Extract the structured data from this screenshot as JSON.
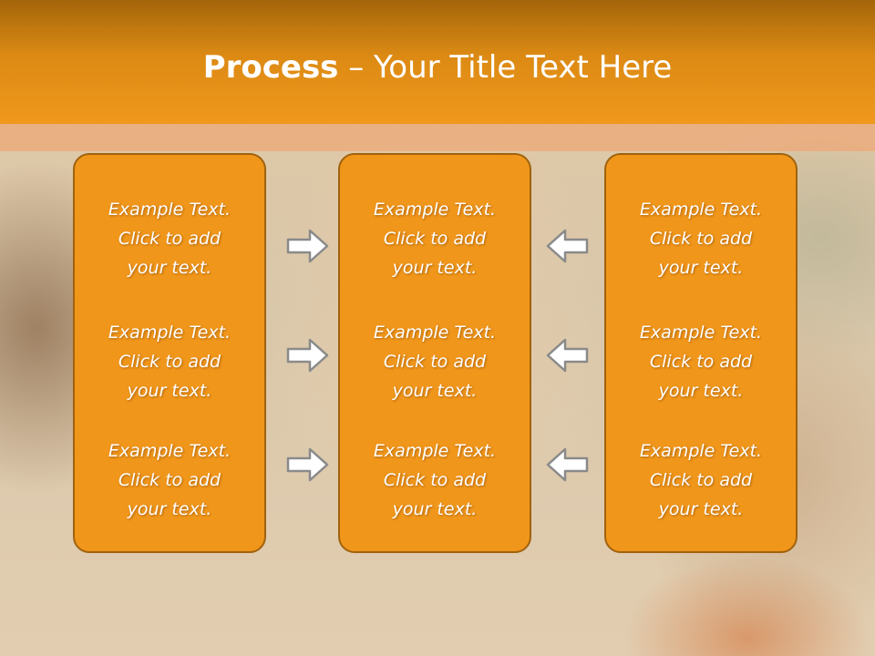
{
  "slide": {
    "title_bold": "Process",
    "title_rest": " – Your Title Text Here"
  },
  "panels": [
    {
      "items": [
        {
          "line1": "Example Text.",
          "line2": "Click  to add",
          "line3": "your text."
        },
        {
          "line1": "Example Text.",
          "line2": "Click  to add",
          "line3": "your text."
        },
        {
          "line1": "Example Text.",
          "line2": "Click  to add",
          "line3": "your text."
        }
      ]
    },
    {
      "items": [
        {
          "line1": "Example Text.",
          "line2": "Click  to add",
          "line3": "your text."
        },
        {
          "line1": "Example Text.",
          "line2": "Click  to add",
          "line3": "your text."
        },
        {
          "line1": "Example Text.",
          "line2": "Click  to add",
          "line3": "your text."
        }
      ]
    },
    {
      "items": [
        {
          "line1": "Example Text.",
          "line2": "Click  to add",
          "line3": "your text."
        },
        {
          "line1": "Example Text.",
          "line2": "Click  to add",
          "line3": "your text."
        },
        {
          "line1": "Example Text.",
          "line2": "Click  to add",
          "line3": "your text."
        }
      ]
    }
  ],
  "arrows": {
    "left_column": [
      "arrow-right-icon",
      "arrow-right-icon",
      "arrow-right-icon"
    ],
    "right_column": [
      "arrow-left-icon",
      "arrow-left-icon",
      "arrow-left-icon"
    ]
  },
  "colors": {
    "accent": "#f0961a",
    "border": "#a0620e",
    "arrow_fill": "#ffffff",
    "arrow_stroke": "#8a8a8a"
  }
}
